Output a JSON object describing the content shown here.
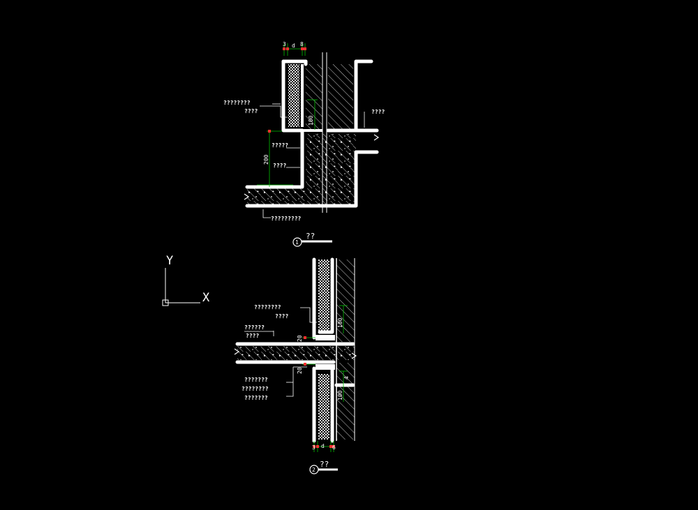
{
  "colors": {
    "background": "#000000",
    "wall": "#ffffff",
    "dimension": "#00c000",
    "tick": "#ff3030"
  },
  "ucs": {
    "x_label": "X",
    "y_label": "Y"
  },
  "detail1": {
    "title": "??",
    "number": "1",
    "labels": {
      "left_upper_1": "????????",
      "left_upper_2": "????",
      "left_mid_1": "?????",
      "left_mid_2": "????",
      "bottom": "?????????",
      "right": "????"
    },
    "dims": {
      "top_a": "3",
      "top_b": "d",
      "top_c": "8",
      "v100": "100",
      "v200": "200"
    }
  },
  "detail2": {
    "title": "??",
    "number": "2",
    "labels": {
      "upper_1": "????????",
      "upper_2": "????",
      "slab_1": "??????",
      "slab_2": "????",
      "lower_1": "???????",
      "lower_2": "????????",
      "lower_3": "???????"
    },
    "dims": {
      "v100_top": "100",
      "v20_top": "20",
      "v20_bot": "20",
      "v4": "4",
      "v100_bot": "100",
      "bot_a": "3",
      "bot_b": "d",
      "bot_c": "6"
    }
  }
}
